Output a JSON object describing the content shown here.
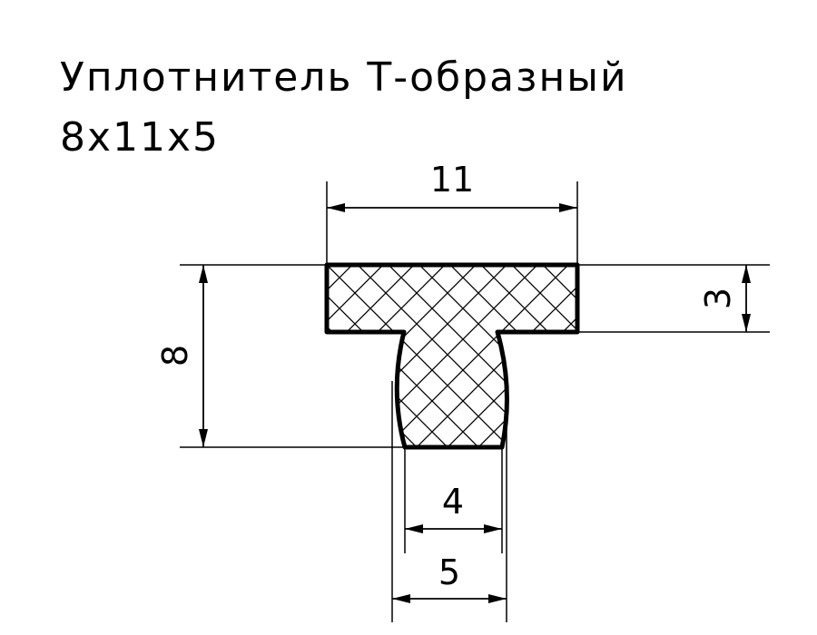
{
  "title": {
    "line1": "Уплотнитель Т-образный",
    "line2": "8х11х5"
  },
  "dimensions": {
    "top_width": "11",
    "total_height": "8",
    "flange_thickness": "3",
    "stem_bottom_width": "4",
    "stem_max_width": "5"
  },
  "colors": {
    "ink": "#000000",
    "background": "#ffffff"
  }
}
